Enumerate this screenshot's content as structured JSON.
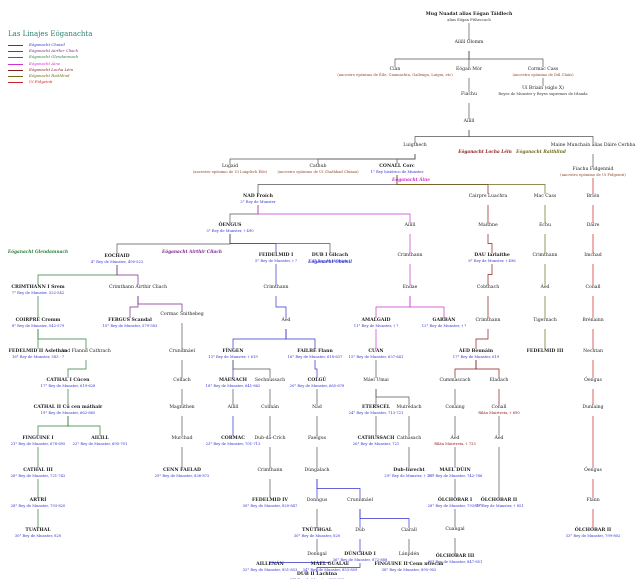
{
  "legend": {
    "title": "Las Linajes Eóganachta",
    "items": [
      {
        "label": "Eóganacht Chaisil",
        "color": "#3333cc"
      },
      {
        "label": "Eóganacht Airthir Cliach",
        "color": "#7a2a8a"
      },
      {
        "label": "Eóganacht Glendamnach",
        "color": "#2e7d3a"
      },
      {
        "label": "Eóganacht Áine",
        "color": "#cc33cc"
      },
      {
        "label": "Eóganacht Locha Léin",
        "color": "#8b1a1a"
      },
      {
        "label": "Eóganacht Raithlind",
        "color": "#6b6b1a"
      },
      {
        "label": "Uí Fidgeinti",
        "color": "#cc2222"
      }
    ]
  },
  "branches": [
    {
      "label": "Eóganacht Locha Léin",
      "color": "#8b1a1a"
    },
    {
      "label": "Eóganacht Raithlind",
      "color": "#6b6b1a"
    },
    {
      "label": "Eóganacht Áine",
      "color": "#cc33cc"
    },
    {
      "label": "Eóganacht Glendamnach",
      "color": "#2e7d3a"
    },
    {
      "label": "Eóganacht Airthir Cliach",
      "color": "#7a2a8a"
    },
    {
      "label": "Eóganacht Chaisil",
      "color": "#3333cc"
    }
  ],
  "nodes": [
    {
      "id": "mug",
      "name": "Mug Nuadat alias Eógan Táidlech",
      "sub": "alias Eógan Fitheccach",
      "bold": true,
      "subColor": "#333333"
    },
    {
      "id": "ailill_olum",
      "name": "Ailill Olomm",
      "sub": "",
      "bold": false
    },
    {
      "id": "cian",
      "name": "Cian",
      "sub": "(ancestro epónimo de Éile, Ciannachta, Gailenga, Luigni, etc)",
      "bold": false,
      "subColor": "#8b4a2a"
    },
    {
      "id": "eogan_mor",
      "name": "Eógan Mór",
      "sub": "",
      "bold": false
    },
    {
      "id": "cormac_cass",
      "name": "Cormac Cass",
      "sub": "(ancestro epónimo de Dál Cháis)",
      "bold": false,
      "subColor": "#8b4a2a"
    },
    {
      "id": "fiachu",
      "name": "Fiachu",
      "sub": "",
      "bold": false
    },
    {
      "id": "ui_briain",
      "name": "Uí Briain (siglo X)",
      "sub": "Reyes de Munster y Reyes supremos de Irlanda",
      "bold": false,
      "subColor": "#333333"
    },
    {
      "id": "ailill2",
      "name": "Ailill",
      "sub": "",
      "bold": false
    },
    {
      "id": "luigthech",
      "name": "Luigthech",
      "sub": "",
      "bold": false
    },
    {
      "id": "maine_munchain",
      "name": "Maine Munchain alias Dáire Cerbba",
      "sub": "",
      "bold": false
    },
    {
      "id": "lugaid",
      "name": "Lugaid",
      "sub": "(ancestro epónimo de Uí Luigdech Éile)",
      "bold": false,
      "subColor": "#8b4a2a"
    },
    {
      "id": "cathub",
      "name": "Cathub",
      "sub": "(ancestro epónimo de Uí Chathbad Cluana)",
      "bold": false,
      "subColor": "#8b4a2a"
    },
    {
      "id": "conall_corc",
      "name": "CONALL Corc",
      "sub": "1° Rey histórico de Munster",
      "bold": true,
      "subColor": "#3333cc"
    },
    {
      "id": "fiachu_fidgenid",
      "name": "Fiachu Fidgennid",
      "sub": "(ancestro epónimo de Uí Fidgeinti)",
      "bold": false,
      "subColor": "#8b4a2a"
    },
    {
      "id": "nad_froich",
      "name": "NAD Froích",
      "sub": "2° Rey de Munster",
      "bold": true,
      "subColor": "#3333cc"
    },
    {
      "id": "cairpre_luachra",
      "name": "Cairpre Luachra",
      "sub": "",
      "bold": false
    },
    {
      "id": "mac_cass",
      "name": "Mac Cass",
      "sub": "",
      "bold": false
    },
    {
      "id": "brion",
      "name": "Brión",
      "sub": "",
      "bold": false
    },
    {
      "id": "oengus",
      "name": "ÓENGUS",
      "sub": "3° Rey de Munster, † 490",
      "bold": true,
      "subColor": "#3333cc"
    },
    {
      "id": "ailill3",
      "name": "Ailill",
      "sub": "",
      "bold": false
    },
    {
      "id": "maithne",
      "name": "Maithne",
      "sub": "",
      "bold": false
    },
    {
      "id": "echu",
      "name": "Echu",
      "sub": "",
      "bold": false
    },
    {
      "id": "daire",
      "name": "Dáire",
      "sub": "",
      "bold": false
    },
    {
      "id": "eochaid",
      "name": "EOCHAID",
      "sub": "4° Rey de Munster, 490-522",
      "bold": true,
      "subColor": "#3333cc"
    },
    {
      "id": "feidelmid1",
      "name": "FEIDELMID I",
      "sub": "5° Rey de Munster, † ?",
      "bold": true,
      "subColor": "#3333cc"
    },
    {
      "id": "dub_gilcach",
      "name": "DUB I Gilcach",
      "sub": "6° Rey de Munster",
      "bold": true,
      "subColor": "#3333cc"
    },
    {
      "id": "crimthann_a",
      "name": "Crimthann",
      "sub": "",
      "bold": false
    },
    {
      "id": "dau_iarlaithe",
      "name": "DAU Iarlaithe",
      "sub": "8° Rey de Munster, † 496",
      "bold": true,
      "subColor": "#3333cc"
    },
    {
      "id": "crimthann_b",
      "name": "Crimthann",
      "sub": "",
      "bold": false
    },
    {
      "id": "imchad",
      "name": "Imchad",
      "sub": "",
      "bold": false
    },
    {
      "id": "crimthann_srem",
      "name": "CRIMTHANN I Srem",
      "sub": "7° Rey de Munster, 522-542",
      "bold": true,
      "subColor": "#3333cc"
    },
    {
      "id": "crimthann_airthir",
      "name": "Crimthann Airthir Cliach",
      "sub": "",
      "bold": false
    },
    {
      "id": "crimthann_c",
      "name": "Crimthann",
      "sub": "",
      "bold": false
    },
    {
      "id": "endae",
      "name": "Endae",
      "sub": "",
      "bold": false
    },
    {
      "id": "cobthach",
      "name": "Cobthach",
      "sub": "",
      "bold": false
    },
    {
      "id": "aed_a",
      "name": "Áed",
      "sub": "",
      "bold": false
    },
    {
      "id": "conall_b",
      "name": "Conall",
      "sub": "",
      "bold": false
    },
    {
      "id": "coirpre",
      "name": "COIRPRE Cromm",
      "sub": "8° Rey de Munster, 542-579",
      "bold": true,
      "subColor": "#3333cc"
    },
    {
      "id": "fergus_scandal",
      "name": "FERGUS Scandal",
      "sub": "10° Rey de Munster, 579-583",
      "bold": true,
      "subColor": "#3333cc"
    },
    {
      "id": "cormac_snithe",
      "name": "Cormac Snithebeg",
      "sub": "",
      "bold": false
    },
    {
      "id": "aed_b",
      "name": "Áed",
      "sub": "",
      "bold": false
    },
    {
      "id": "amalgaid",
      "name": "AMALGAID",
      "sub": "11° Rey de Munster, † ?",
      "bold": true,
      "subColor": "#3333cc"
    },
    {
      "id": "garban",
      "name": "GARBÁN",
      "sub": "12° Rey de Munster, † ?",
      "bold": true,
      "subColor": "#3333cc"
    },
    {
      "id": "crimthann_d",
      "name": "Crimthann",
      "sub": "",
      "bold": false
    },
    {
      "id": "tigernach",
      "name": "Tigernach",
      "sub": "",
      "bold": false
    },
    {
      "id": "brenainn",
      "name": "Brénainn",
      "sub": "",
      "bold": false
    },
    {
      "id": "fedelmid_aslethan",
      "name": "FEDELMID II Aslethan",
      "sub": "16° Rey de Munster, 583 - ?",
      "bold": true,
      "subColor": "#3333cc"
    },
    {
      "id": "aed_flann",
      "name": "Aed Flannd Cathrach",
      "sub": "",
      "bold": false
    },
    {
      "id": "crundmael",
      "name": "Crundmáel",
      "sub": "",
      "bold": false
    },
    {
      "id": "fingen",
      "name": "FÍNGEN",
      "sub": "13° Rey de Munster, † 619",
      "bold": true,
      "subColor": "#3333cc"
    },
    {
      "id": "failbe_flann",
      "name": "FAILBE Flann",
      "sub": "16° Rey de Munster, 618-637",
      "bold": true,
      "subColor": "#3333cc"
    },
    {
      "id": "cuan",
      "name": "CUÁN",
      "sub": "15° Rey de Munster, 637-641",
      "bold": true,
      "subColor": "#3333cc"
    },
    {
      "id": "aed_bennain",
      "name": "ÁED Bennáin",
      "sub": "17° Rey de Munster, 619",
      "bold": true,
      "subColor": "#3333cc"
    },
    {
      "id": "fedelmid3",
      "name": "FEDELMID III",
      "sub": "",
      "bold": true,
      "subColor": "#3333cc"
    },
    {
      "id": "nechtan",
      "name": "Nechtan",
      "sub": "",
      "bold": false
    },
    {
      "id": "cathal_cuan",
      "name": "CATHAL I Cúcen",
      "sub": "17° Rey de Munster, 619-628",
      "bold": true,
      "subColor": "#3333cc"
    },
    {
      "id": "cellach",
      "name": "Cellach",
      "sub": "",
      "bold": false
    },
    {
      "id": "maenach",
      "name": "MÁENACH",
      "sub": "18° Rey de Munster, 641-662",
      "bold": true,
      "subColor": "#3333cc"
    },
    {
      "id": "sechnussach",
      "name": "Sechnussach",
      "sub": "",
      "bold": false
    },
    {
      "id": "colgu",
      "name": "COLGÚ",
      "sub": "20° Rey de Munster, 665-678",
      "bold": true,
      "subColor": "#3333cc"
    },
    {
      "id": "mael_umai",
      "name": "Máel Umai",
      "sub": "",
      "bold": false
    },
    {
      "id": "cummascach",
      "name": "Cummascach",
      "sub": "",
      "bold": false
    },
    {
      "id": "eladach",
      "name": "Eladach",
      "sub": "",
      "bold": false
    },
    {
      "id": "oengus2",
      "name": "Óengus",
      "sub": "",
      "bold": false
    },
    {
      "id": "cathal2",
      "name": "CATHAL II Cú cen máthair",
      "sub": "19° Rey de Munster, 662-665",
      "bold": true,
      "subColor": "#3333cc"
    },
    {
      "id": "magnithen",
      "name": "Magnithen",
      "sub": "",
      "bold": false
    },
    {
      "id": "ailill4",
      "name": "Ailill",
      "sub": "",
      "bold": false
    },
    {
      "id": "colman",
      "name": "Colmán",
      "sub": "",
      "bold": false
    },
    {
      "id": "nad2",
      "name": "Nad",
      "sub": "",
      "bold": false
    },
    {
      "id": "eterscel",
      "name": "ETERSCÉL",
      "sub": "24° Rey de Munster, 713-721",
      "bold": true,
      "subColor": "#3333cc"
    },
    {
      "id": "muirdach",
      "name": "Muiredach",
      "sub": "",
      "bold": false
    },
    {
      "id": "conaing",
      "name": "Conaing",
      "sub": "",
      "bold": false
    },
    {
      "id": "conall_finn",
      "name": "Conall",
      "sub": "Rílán Muirtreta, † 690",
      "bold": false,
      "subColor": "#8b1a1a"
    },
    {
      "id": "dunlaing",
      "name": "Dunlaing",
      "sub": "",
      "bold": false
    },
    {
      "id": "finguine1",
      "name": "FINGUINE I",
      "sub": "21° Rey de Munster, 678-695",
      "bold": true,
      "subColor": "#3333cc"
    },
    {
      "id": "ailill5",
      "name": "AILILL",
      "sub": "22° Rey de Munster, 695-701",
      "bold": true,
      "subColor": "#3333cc"
    },
    {
      "id": "murchad",
      "name": "Murchad",
      "sub": "",
      "bold": false
    },
    {
      "id": "cormac",
      "name": "CORMAC",
      "sub": "23° Rey de Munster, 701-713",
      "bold": true,
      "subColor": "#3333cc"
    },
    {
      "id": "dub_da_crich",
      "name": "Dub-dá-Crích",
      "sub": "",
      "bold": false
    },
    {
      "id": "faelgus",
      "name": "Faelgus",
      "sub": "",
      "bold": false
    },
    {
      "id": "cathussach",
      "name": "CATHUSSACH",
      "sub": "26° Rey de Munster, 721",
      "bold": true,
      "subColor": "#3333cc"
    },
    {
      "id": "cathasach2",
      "name": "Cathasach",
      "sub": "",
      "bold": false
    },
    {
      "id": "aed2",
      "name": "Áed",
      "sub": "Rílán Muirtreta, † 733",
      "bold": false,
      "subColor": "#8b1a1a"
    },
    {
      "id": "aed3",
      "name": "Áed",
      "sub": "",
      "bold": false
    },
    {
      "id": "cathal3",
      "name": "CATHAL III",
      "sub": "26° Rey de Munster, 721-742",
      "bold": true,
      "subColor": "#3333cc"
    },
    {
      "id": "cenn_faelad",
      "name": "CENN FAELAD",
      "sub": "29° Rey de Munster, 836-872",
      "bold": true,
      "subColor": "#3333cc"
    },
    {
      "id": "crimthann_e",
      "name": "Crimthann",
      "sub": "",
      "bold": false
    },
    {
      "id": "dungalach",
      "name": "Dúngalach",
      "sub": "",
      "bold": false
    },
    {
      "id": "dub_inrecht",
      "name": "Dub-Inrecht",
      "sub": "29° Rey de Munster, † 793",
      "bold": true,
      "subColor": "#3333cc"
    },
    {
      "id": "mael_duin",
      "name": "MÁEL DÚIN",
      "sub": "27° Rey de Munster, 742-786",
      "bold": true,
      "subColor": "#3333cc"
    },
    {
      "id": "oengus3",
      "name": "Óengus",
      "sub": "",
      "bold": false
    },
    {
      "id": "artri",
      "name": "ARTRÍ",
      "sub": "28° Rey de Munster, 793-820",
      "bold": true,
      "subColor": "#3333cc"
    },
    {
      "id": "fedelmid4",
      "name": "FEDELMID IV",
      "sub": "30° Rey de Munster, 820-847",
      "bold": true,
      "subColor": "#3333cc"
    },
    {
      "id": "donngus",
      "name": "Donngus",
      "sub": "",
      "bold": false
    },
    {
      "id": "crunnmael",
      "name": "Crunnmáel",
      "sub": "",
      "bold": false
    },
    {
      "id": "olchobar1",
      "name": "ÓLCHOBAR I",
      "sub": "28° Rey de Munster, 793-797",
      "bold": true,
      "subColor": "#3333cc"
    },
    {
      "id": "cuangal",
      "name": "Cuangal",
      "sub": "",
      "bold": false
    },
    {
      "id": "olchobar2",
      "name": "ÓLCHOBAR II",
      "sub": "31° Rey de Munster, † 851",
      "bold": true,
      "subColor": "#3333cc"
    },
    {
      "id": "flann",
      "name": "Flann",
      "sub": "",
      "bold": false
    },
    {
      "id": "tuathal",
      "name": "TUATHAL",
      "sub": "30° Rey de Munster, 820",
      "bold": true,
      "subColor": "#3333cc"
    },
    {
      "id": "tnuthgal",
      "name": "TNÚTHGAL",
      "sub": "30° Rey de Munster, 820",
      "bold": true,
      "subColor": "#3333cc"
    },
    {
      "id": "dub2",
      "name": "Dub",
      "sub": "",
      "bold": false
    },
    {
      "id": "ciarall",
      "name": "Ciarall",
      "sub": "",
      "bold": false
    },
    {
      "id": "olchobar3",
      "name": "ÓLCHOBAR III",
      "sub": "32° Rey de Munster, 847-851",
      "bold": true,
      "subColor": "#3333cc"
    },
    {
      "id": "olchobar4",
      "name": "ÓLCHOBAR II",
      "sub": "33° Rey de Munster, 799-802",
      "bold": true,
      "subColor": "#3333cc"
    },
    {
      "id": "donngal",
      "name": "Donngal",
      "sub": "",
      "bold": false
    },
    {
      "id": "dunchad",
      "name": "DÚNCHAD I",
      "sub": "36° Rey de Munster, 872-888",
      "bold": true,
      "subColor": "#3333cc"
    },
    {
      "id": "lanpden",
      "name": "Lánpdén",
      "sub": "",
      "bold": false
    },
    {
      "id": "aillenan",
      "name": "AILLENÁN",
      "sub": "32° Rey de Munster, 851-853",
      "bold": true,
      "subColor": "#3333cc"
    },
    {
      "id": "mael_gualae",
      "name": "MÁEL GUALAE",
      "sub": "34° Rey de Munster, 853-859",
      "bold": true,
      "subColor": "#3333cc"
    },
    {
      "id": "finguine2",
      "name": "FINGUINE II Cenn nGécan",
      "sub": "38° Rey de Munster, 895-902",
      "bold": true,
      "subColor": "#3333cc"
    },
    {
      "id": "dub3",
      "name": "DUB II Lachtna",
      "sub": "37° Rey de Munster, 888-895",
      "bold": true,
      "subColor": "#3333cc"
    }
  ]
}
